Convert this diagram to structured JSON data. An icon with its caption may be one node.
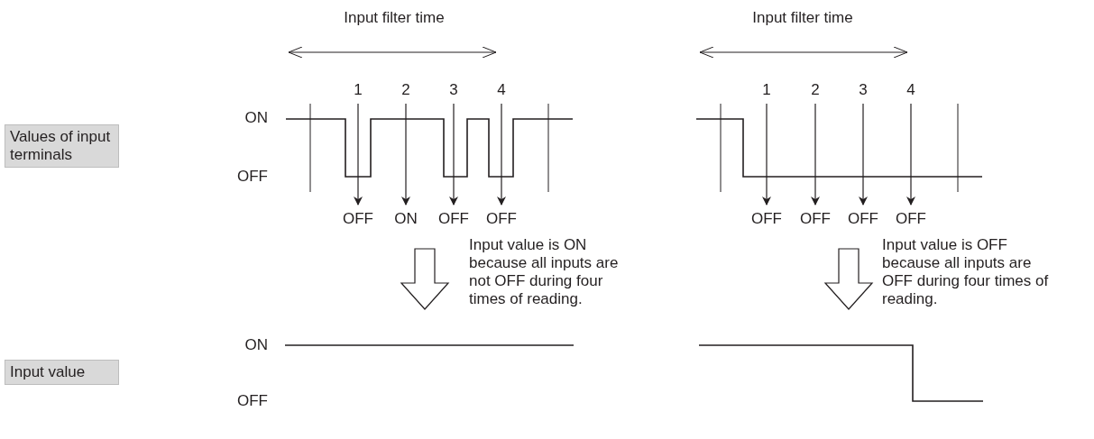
{
  "diagram": {
    "nodes": [
      {
        "text": [
          "Values of input terminals"
        ]
      },
      {
        "text": [
          "Input value"
        ]
      }
    ],
    "labels": [
      "Input filter time",
      "Input filter time",
      "1",
      "2",
      "3",
      "4",
      "1",
      "2",
      "3",
      "4",
      "ON",
      "OFF",
      "OFF",
      "ON",
      "OFF",
      "OFF",
      "OFF",
      "OFF",
      "OFF",
      "OFF",
      "Input value is ON because all inputs are not OFF during four times of reading.",
      "Input value is OFF because all inputs are OFF during four times of reading.",
      "ON",
      "OFF"
    ]
  }
}
